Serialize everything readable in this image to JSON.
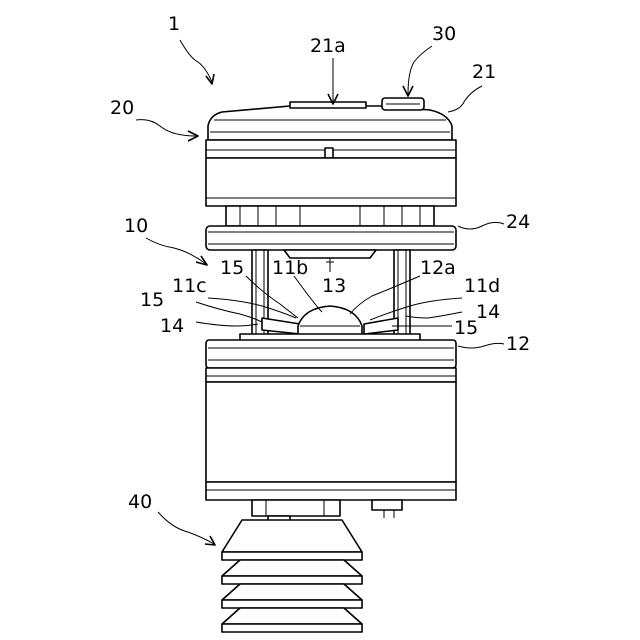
{
  "figure": {
    "labels": {
      "l1": "1",
      "l21a": "21a",
      "l30": "30",
      "l21": "21",
      "l20": "20",
      "l24": "24",
      "l10": "10",
      "l15a": "15",
      "l11b": "11b",
      "l12a": "12a",
      "l13": "13",
      "l11c": "11c",
      "l11d": "11d",
      "l15b": "15",
      "l14a": "14",
      "l14b": "14",
      "l15c": "15",
      "l12": "12",
      "l40": "40"
    }
  }
}
